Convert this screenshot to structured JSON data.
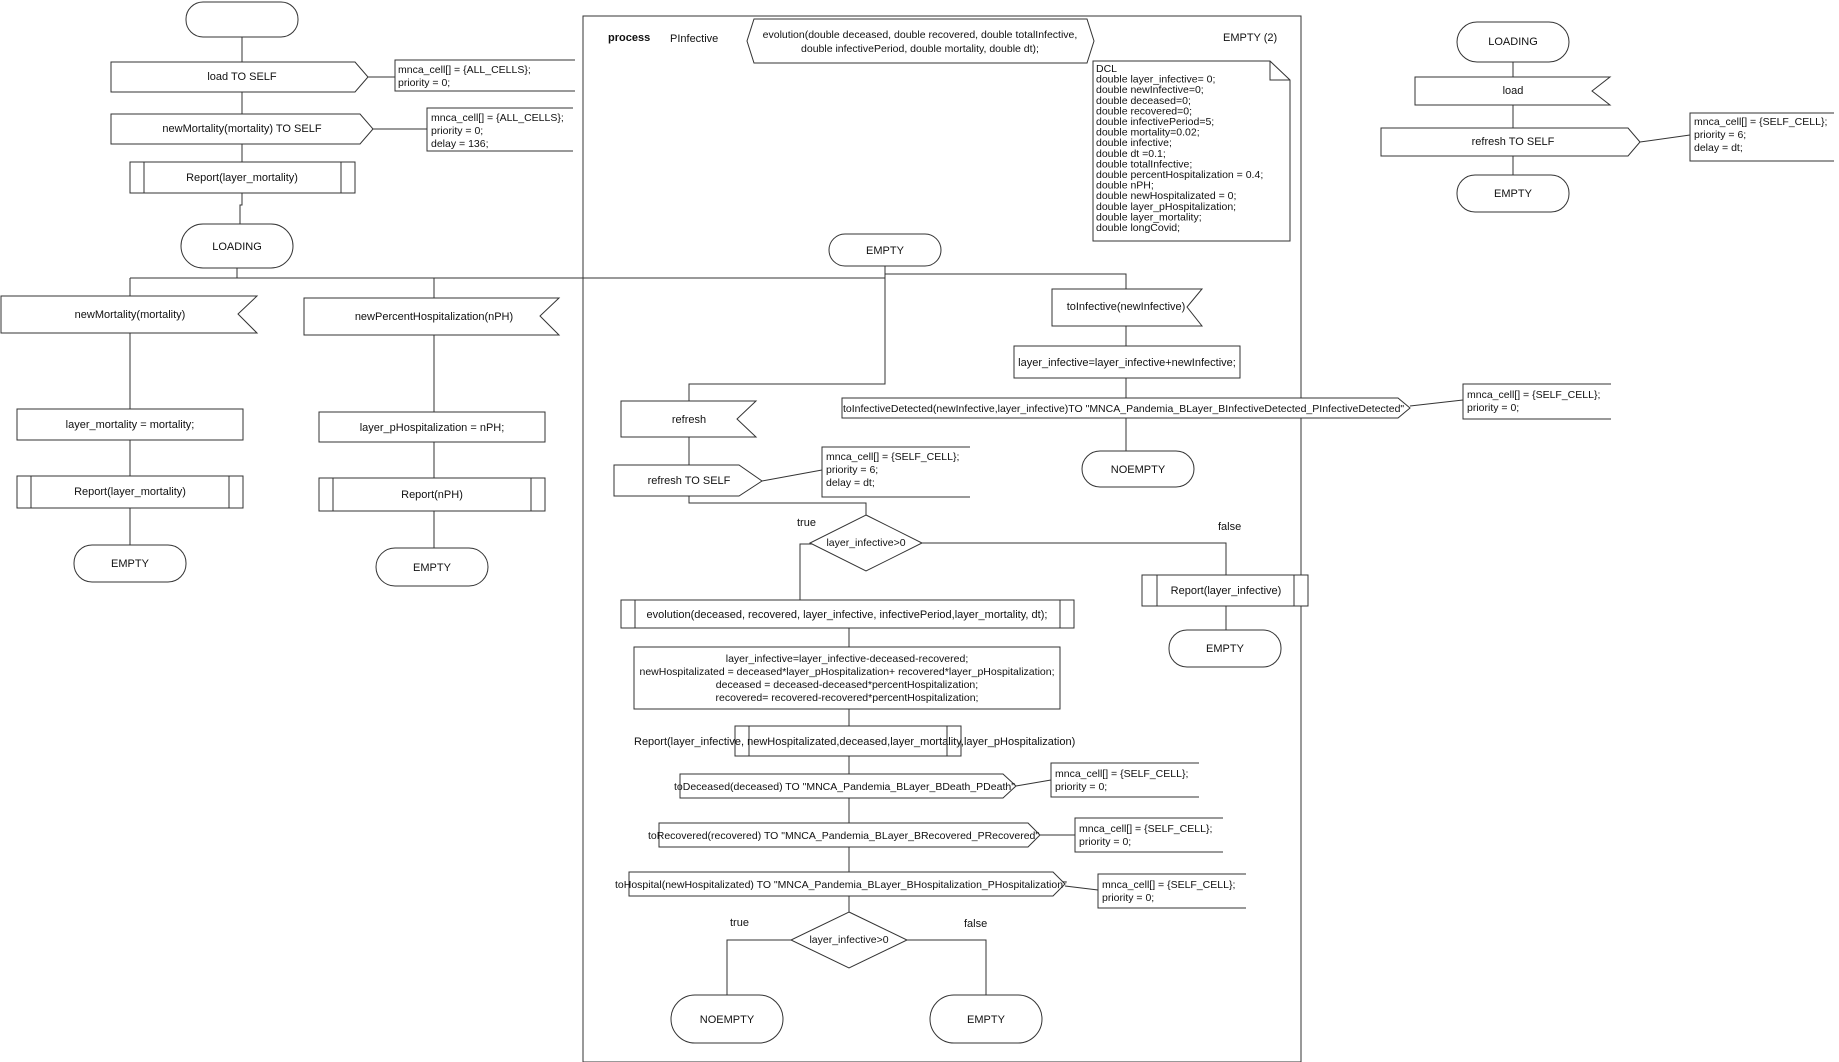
{
  "header": {
    "process_keyword": "process",
    "process_name": "PInfective",
    "process_signature": [
      "evolution(double deceased, double recovered, double totalInfective,",
      "double infectivePeriod, double mortality, double dt);"
    ],
    "process_state": "EMPTY (2)"
  },
  "dcl": {
    "lines": [
      "DCL",
      "double layer_infective= 0;",
      "double newInfective=0;",
      "double deceased=0;",
      "double recovered=0;",
      "double infectivePeriod=5;",
      "double mortality=0.02;",
      "double infective;",
      "double dt =0.1;",
      "double totalInfective;",
      "double percentHospitalization = 0.4;",
      "double nPH;",
      "double newHospitalizated = 0;",
      "double layer_pHospitalization;",
      "double layer_mortality;",
      "double longCovid;"
    ]
  },
  "start_flow": {
    "start_label": "",
    "load_to_self": "load TO SELF",
    "load_note": [
      "mnca_cell[] = {ALL_CELLS};",
      "priority = 0;"
    ],
    "new_mortality_to_self": "newMortality(mortality) TO SELF",
    "new_mortality_note": [
      "mnca_cell[] = {ALL_CELLS};",
      "priority = 0;",
      "delay = 136;"
    ],
    "report_mortality": "Report(layer_mortality)",
    "loading_state": "LOADING"
  },
  "mortality_flow": {
    "signal": "newMortality(mortality)",
    "task": "layer_mortality = mortality;",
    "report": "Report(layer_mortality)",
    "end_state": "EMPTY"
  },
  "hospitalization_flow": {
    "signal": "newPercentHospitalization(nPH)",
    "task": "layer_pHospitalization = nPH;",
    "report": "Report(nPH)",
    "end_state": "EMPTY"
  },
  "loading_flow": {
    "state": "LOADING",
    "signal": "load",
    "refresh_to_self": "refresh TO SELF",
    "refresh_note": [
      "mnca_cell[] = {SELF_CELL};",
      "priority = 6;",
      "delay = dt;"
    ],
    "end_state": "EMPTY"
  },
  "empty_flow": {
    "state": "EMPTY",
    "to_infective_signal": "toInfective(newInfective)",
    "to_infective_task": "layer_infective=layer_infective+newInfective;",
    "to_infective_detected": "toInfectiveDetected(newInfective,layer_infective)TO \"MNCA_Pandemia_BLayer_BInfectiveDetected_PInfectiveDetected\"",
    "detected_note": [
      "mnca_cell[] = {SELF_CELL};",
      "priority = 0;"
    ],
    "noempty_state": "NOEMPTY",
    "refresh_signal": "refresh",
    "refresh_to_self": "refresh TO SELF",
    "refresh_note": [
      "mnca_cell[] = {SELF_CELL};",
      "priority = 6;",
      "delay = dt;"
    ],
    "decision_1": "layer_infective>0",
    "true_label": "true",
    "false_label": "false",
    "report_infective": "Report(layer_infective)",
    "empty_after_false": "EMPTY",
    "evolution_call": "evolution(deceased, recovered, layer_infective, infectivePeriod,layer_mortality, dt);",
    "compute_lines": [
      "layer_infective=layer_infective-deceased-recovered;",
      "newHospitalizated = deceased*layer_pHospitalization+ recovered*layer_pHospitalization;",
      "deceased = deceased-deceased*percentHospitalization;",
      "recovered= recovered-recovered*percentHospitalization;"
    ],
    "report_all": "Report(layer_infective, newHospitalizated,deceased,layer_mortality,layer_pHospitalization)",
    "to_deceased": "toDeceased(deceased) TO \"MNCA_Pandemia_BLayer_BDeath_PDeath\"",
    "deceased_note": [
      "mnca_cell[] = {SELF_CELL};",
      "priority = 0;"
    ],
    "to_recovered": "toRecovered(recovered) TO \"MNCA_Pandemia_BLayer_BRecovered_PRecovered\"",
    "recovered_note": [
      "mnca_cell[] = {SELF_CELL};",
      "priority = 0;"
    ],
    "to_hospital": "toHospital(newHospitalizated) TO \"MNCA_Pandemia_BLayer_BHospitalization_PHospitalization\"",
    "hospital_note": [
      "mnca_cell[] = {SELF_CELL};",
      "priority = 0;"
    ],
    "decision_2": "layer_infective>0",
    "true_label_2": "true",
    "false_label_2": "false",
    "noempty_end": "NOEMPTY",
    "empty_end": "EMPTY"
  }
}
